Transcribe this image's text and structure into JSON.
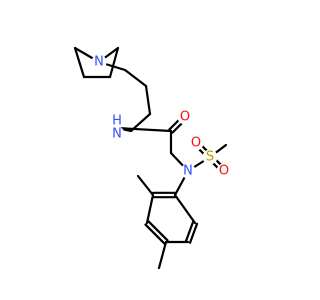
{
  "molecule": {
    "atom_labels": [
      {
        "id": "N_pyrrolidine",
        "text": "N",
        "color": "#3050F8"
      },
      {
        "id": "H_amide",
        "text": "H",
        "color": "#3050F8"
      },
      {
        "id": "N_amide",
        "text": "N",
        "color": "#3050F8"
      },
      {
        "id": "O_carbonyl",
        "text": "O",
        "color": "#FF0D0D"
      },
      {
        "id": "S_sulfonyl",
        "text": "S",
        "color": "#B8A000"
      },
      {
        "id": "O_sulfonyl_1",
        "text": "O",
        "color": "#FF0D0D"
      },
      {
        "id": "O_sulfonyl_2",
        "text": "O",
        "color": "#FF0D0D"
      },
      {
        "id": "N_sulfonamide",
        "text": "N",
        "color": "#3050F8"
      }
    ]
  }
}
